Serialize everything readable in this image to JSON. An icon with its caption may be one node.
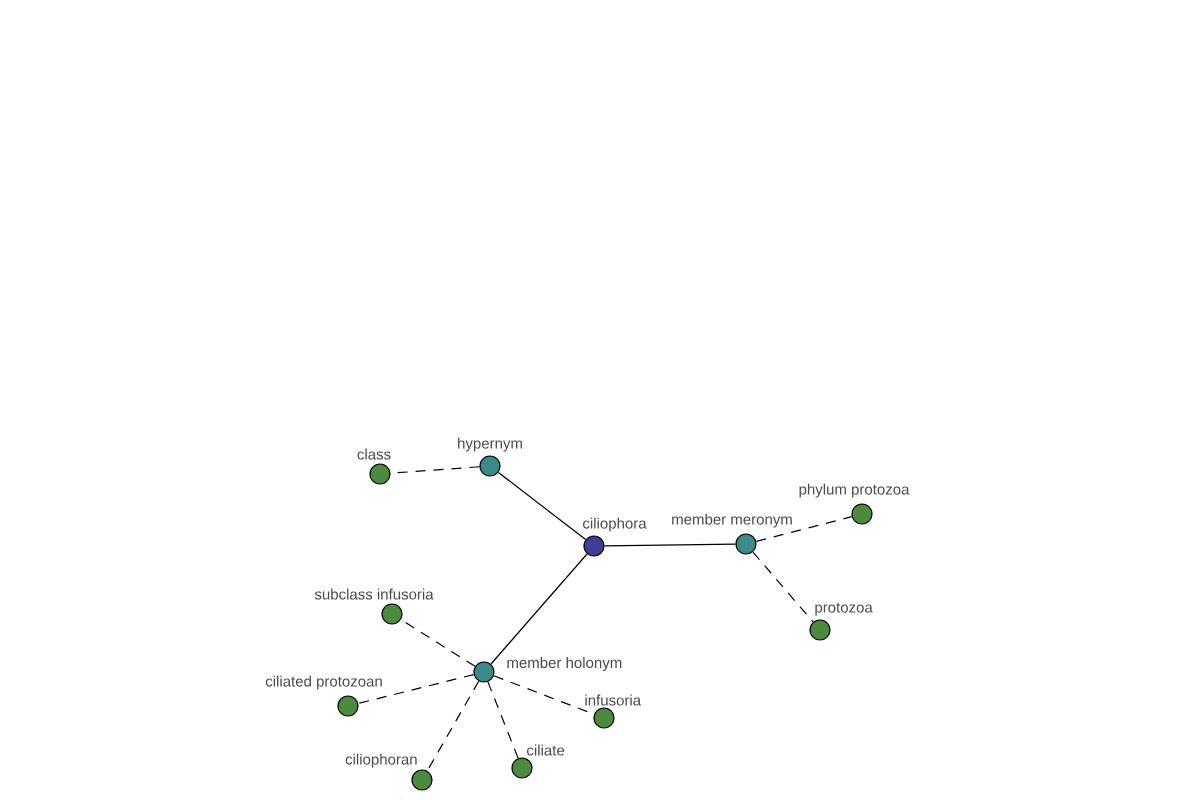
{
  "diagram": {
    "nodes": [
      {
        "text": [
          "ciliophora"
        ]
      },
      {
        "text": [
          "hypernym"
        ]
      },
      {
        "text": [
          "class"
        ]
      },
      {
        "text": [
          "member meronym"
        ]
      },
      {
        "text": [
          "phylum protozoa"
        ]
      },
      {
        "text": [
          "protozoa"
        ]
      },
      {
        "text": [
          "member holonym"
        ]
      },
      {
        "text": [
          "subclass infusoria"
        ]
      },
      {
        "text": [
          "ciliated protozoan"
        ]
      },
      {
        "text": [
          "ciliophoran"
        ]
      },
      {
        "text": [
          "ciliate"
        ]
      },
      {
        "text": [
          "infusoria"
        ]
      }
    ],
    "edges": [
      {
        "from": 0,
        "to": 1,
        "arrow": "none"
      },
      {
        "from": 1,
        "to": 2,
        "arrow": "none",
        "style": "dashed"
      },
      {
        "from": 0,
        "to": 3,
        "arrow": "none"
      },
      {
        "from": 3,
        "to": 4,
        "arrow": "none",
        "style": "dashed"
      },
      {
        "from": 3,
        "to": 5,
        "arrow": "none",
        "style": "dashed"
      },
      {
        "from": 0,
        "to": 6,
        "arrow": "none"
      },
      {
        "from": 6,
        "to": 7,
        "arrow": "none",
        "style": "dashed"
      },
      {
        "from": 6,
        "to": 8,
        "arrow": "none",
        "style": "dashed"
      },
      {
        "from": 6,
        "to": 9,
        "arrow": "none",
        "style": "dashed"
      },
      {
        "from": 6,
        "to": 10,
        "arrow": "none",
        "style": "dashed"
      },
      {
        "from": 6,
        "to": 11,
        "arrow": "none",
        "style": "dashed"
      }
    ]
  }
}
